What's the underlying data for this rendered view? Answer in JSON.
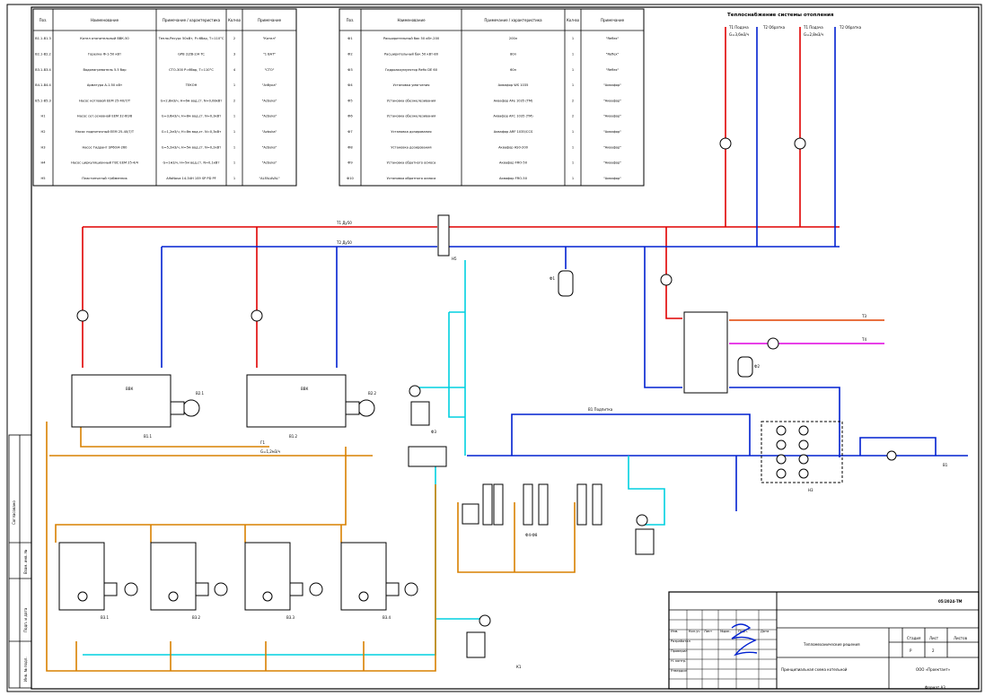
{
  "table": {
    "headers": [
      "Поз.",
      "Наименование",
      "Примечание / характеристика",
      "Кол-во",
      "Примечание"
    ],
    "rows_left": [
      {
        "pos": "В1.1-В1.3",
        "name": "Котел отопительный ВВК-50",
        "spec": "Тепло-Ресурс 50кВт, P=6бар, T=110°C",
        "qty": "2",
        "note": "\"Котел\""
      },
      {
        "pos": "В2.1-В2.2",
        "name": "Горелка Ф-1-50 кВт",
        "spec": "GPB 2/ZB-2/4 TC",
        "qty": "3",
        "note": "\"1 ВАТ\""
      },
      {
        "pos": "В3.1-В3.4",
        "name": "Водонагреватель 5.5 бар",
        "spec": "CTO-300 P=6бар, T=110°C",
        "qty": "4",
        "note": "\"СТО\""
      },
      {
        "pos": "В4.1-В4.4",
        "name": "Арматура A-1-50 кВт",
        "spec": "ТЕКОН",
        "qty": "1",
        "note": "\"Азбука\""
      },
      {
        "pos": "В5.1-В5.3",
        "name": "Насос котловой ЕЕМ 25-40/7/Т",
        "spec": "G=2,8м3/ч, H=6м вод.ст. N=0,08кВт",
        "qty": "2",
        "note": "\"Azbuka\""
      },
      {
        "pos": "Н1",
        "name": "Насос сет.основной ЕЕМ 32-60/8",
        "spec": "G=3,6м3/ч, H=8м вод.ст. N=0,3кВт",
        "qty": "1",
        "note": "\"Azbuka\""
      },
      {
        "pos": "Н2",
        "name": "Насос подпиточный ЕЕМ 25-40/7/Т",
        "spec": "G=1,2м3/ч, H=8м вод.ст. N=0,3кВт",
        "qty": "1",
        "note": "\"Azbuka\""
      },
      {
        "pos": "Н3",
        "name": "Насос Гидрант SP60/4-260",
        "spec": "G=5,2м3/ч, H=5м вод.ст. N=0,2кВт",
        "qty": "1",
        "note": "\"Azbuka\""
      },
      {
        "pos": "Н4",
        "name": "Насос циркуляционный ГВС ЕЕМ 25-4/4",
        "spec": "G=1м3/ч, H=5м вод.ст. N=0,1кВт",
        "qty": "1",
        "note": "\"Azbuka\""
      },
      {
        "pos": "Н5",
        "name": "Пластинчатый т/обменник",
        "spec": "AlfaNova 14-34H 1S9 SP PD PF",
        "qty": "1",
        "note": "\"ALFALAVAL\""
      }
    ],
    "rows_right": [
      {
        "pos": "Ф1",
        "name": "Расширительный бак 50 кВт-200",
        "spec": "200л",
        "qty": "1",
        "note": "\"Reflex\""
      },
      {
        "pos": "Ф2",
        "name": "Расширительный бак 50 кВт-80",
        "spec": "80л",
        "qty": "1",
        "note": "\"Reflex\""
      },
      {
        "pos": "Ф3",
        "name": "Гидроаккумулятор Refix DE 60",
        "spec": "60л",
        "qty": "1",
        "note": "\"Reflex\""
      },
      {
        "pos": "Ф4",
        "name": "Установка умягчения",
        "spec": "Аквафор WS 1035",
        "qty": "1",
        "note": "\"Аквафор\""
      },
      {
        "pos": "Ф5",
        "name": "Установка обезжелезивания",
        "spec": "Аквафор AFe 1035 (ТМ)",
        "qty": "2",
        "note": "\"Аквафор\""
      },
      {
        "pos": "Ф6",
        "name": "Установка обезжелезивания",
        "spec": "Аквафор AFC 1035 (ТМ)",
        "qty": "2",
        "note": "\"Аквафор\""
      },
      {
        "pos": "Ф7",
        "name": "Установка дозирования",
        "spec": "Аквафор ARF 1035/CCS",
        "qty": "1",
        "note": "\"Аквафор\""
      },
      {
        "pos": "Ф8",
        "name": "Установка дозирования",
        "spec": "Аквафор AS0-200",
        "qty": "1",
        "note": "\"Аквафор\""
      },
      {
        "pos": "Ф9",
        "name": "Установка обратного осмоса",
        "spec": "Аквафор FRO-50",
        "qty": "1",
        "note": "\"Аквафор\""
      },
      {
        "pos": "Ф10",
        "name": "Установка обратного осмоса",
        "spec": "Аквафор FRO-50",
        "qty": "1",
        "note": "\"Аквафор\""
      }
    ]
  },
  "diagram": {
    "legend_title": "Теплоснабжение системы отопления",
    "legend_supply_1": "Т1 Подача",
    "legend_return_1": "Т2 Обратка",
    "legend_supply_2": "Т1 Подача",
    "legend_return_2": "Т2 Обратка",
    "flow_1": "G=3,6м3/ч",
    "flow_2": "G=2,8м3/ч",
    "main_supply": "Т1 Ду50",
    "main_return": "Т2 Ду50",
    "boiler_1_label": "В1.1",
    "boiler_2_label": "В1.2",
    "boiler_tag": "ВВК",
    "burner_1": "В2.1",
    "burner_2": "В2.2",
    "heater_labels": [
      "В3.1",
      "В3.2",
      "В3.3",
      "В3.4"
    ],
    "exchanger_label": "Н5",
    "tank_f1": "Ф1",
    "tank_f2": "Ф2",
    "tank_f3": "Ф3",
    "hot_water_label": "Т3",
    "circ_label": "Т4",
    "cold_water_label": "В1",
    "gas_label": "Г1",
    "gas_flow": "G=1,2м3/ч",
    "pump_group_label": "Н3",
    "drain_label": "К1",
    "make_up_label": "В1 Подпитка",
    "filters_label": "Ф4-Ф8"
  },
  "stamp": {
    "doc_code": "05/2024-ТМ",
    "col_headers": [
      "Изм.",
      "Кол.уч",
      "Лист",
      "№док.",
      "Подп.",
      "Дата"
    ],
    "roles": [
      "Разработал",
      "Проверил",
      "Н. контр.",
      "Утвердил"
    ],
    "title": "Тепломеханические решения",
    "sheet_title": "Принципиальная схема котельной",
    "stage_header": "Стадия",
    "sheet_header": "Лист",
    "sheets_header": "Листов",
    "stage": "Р",
    "sheet": "2",
    "company": "ООО «Проектант»",
    "format": "Формат А3"
  },
  "side_stamp": [
    "Инв. № подл.",
    "Подп. и дата",
    "Взам. инв. №",
    "Согласовано"
  ]
}
